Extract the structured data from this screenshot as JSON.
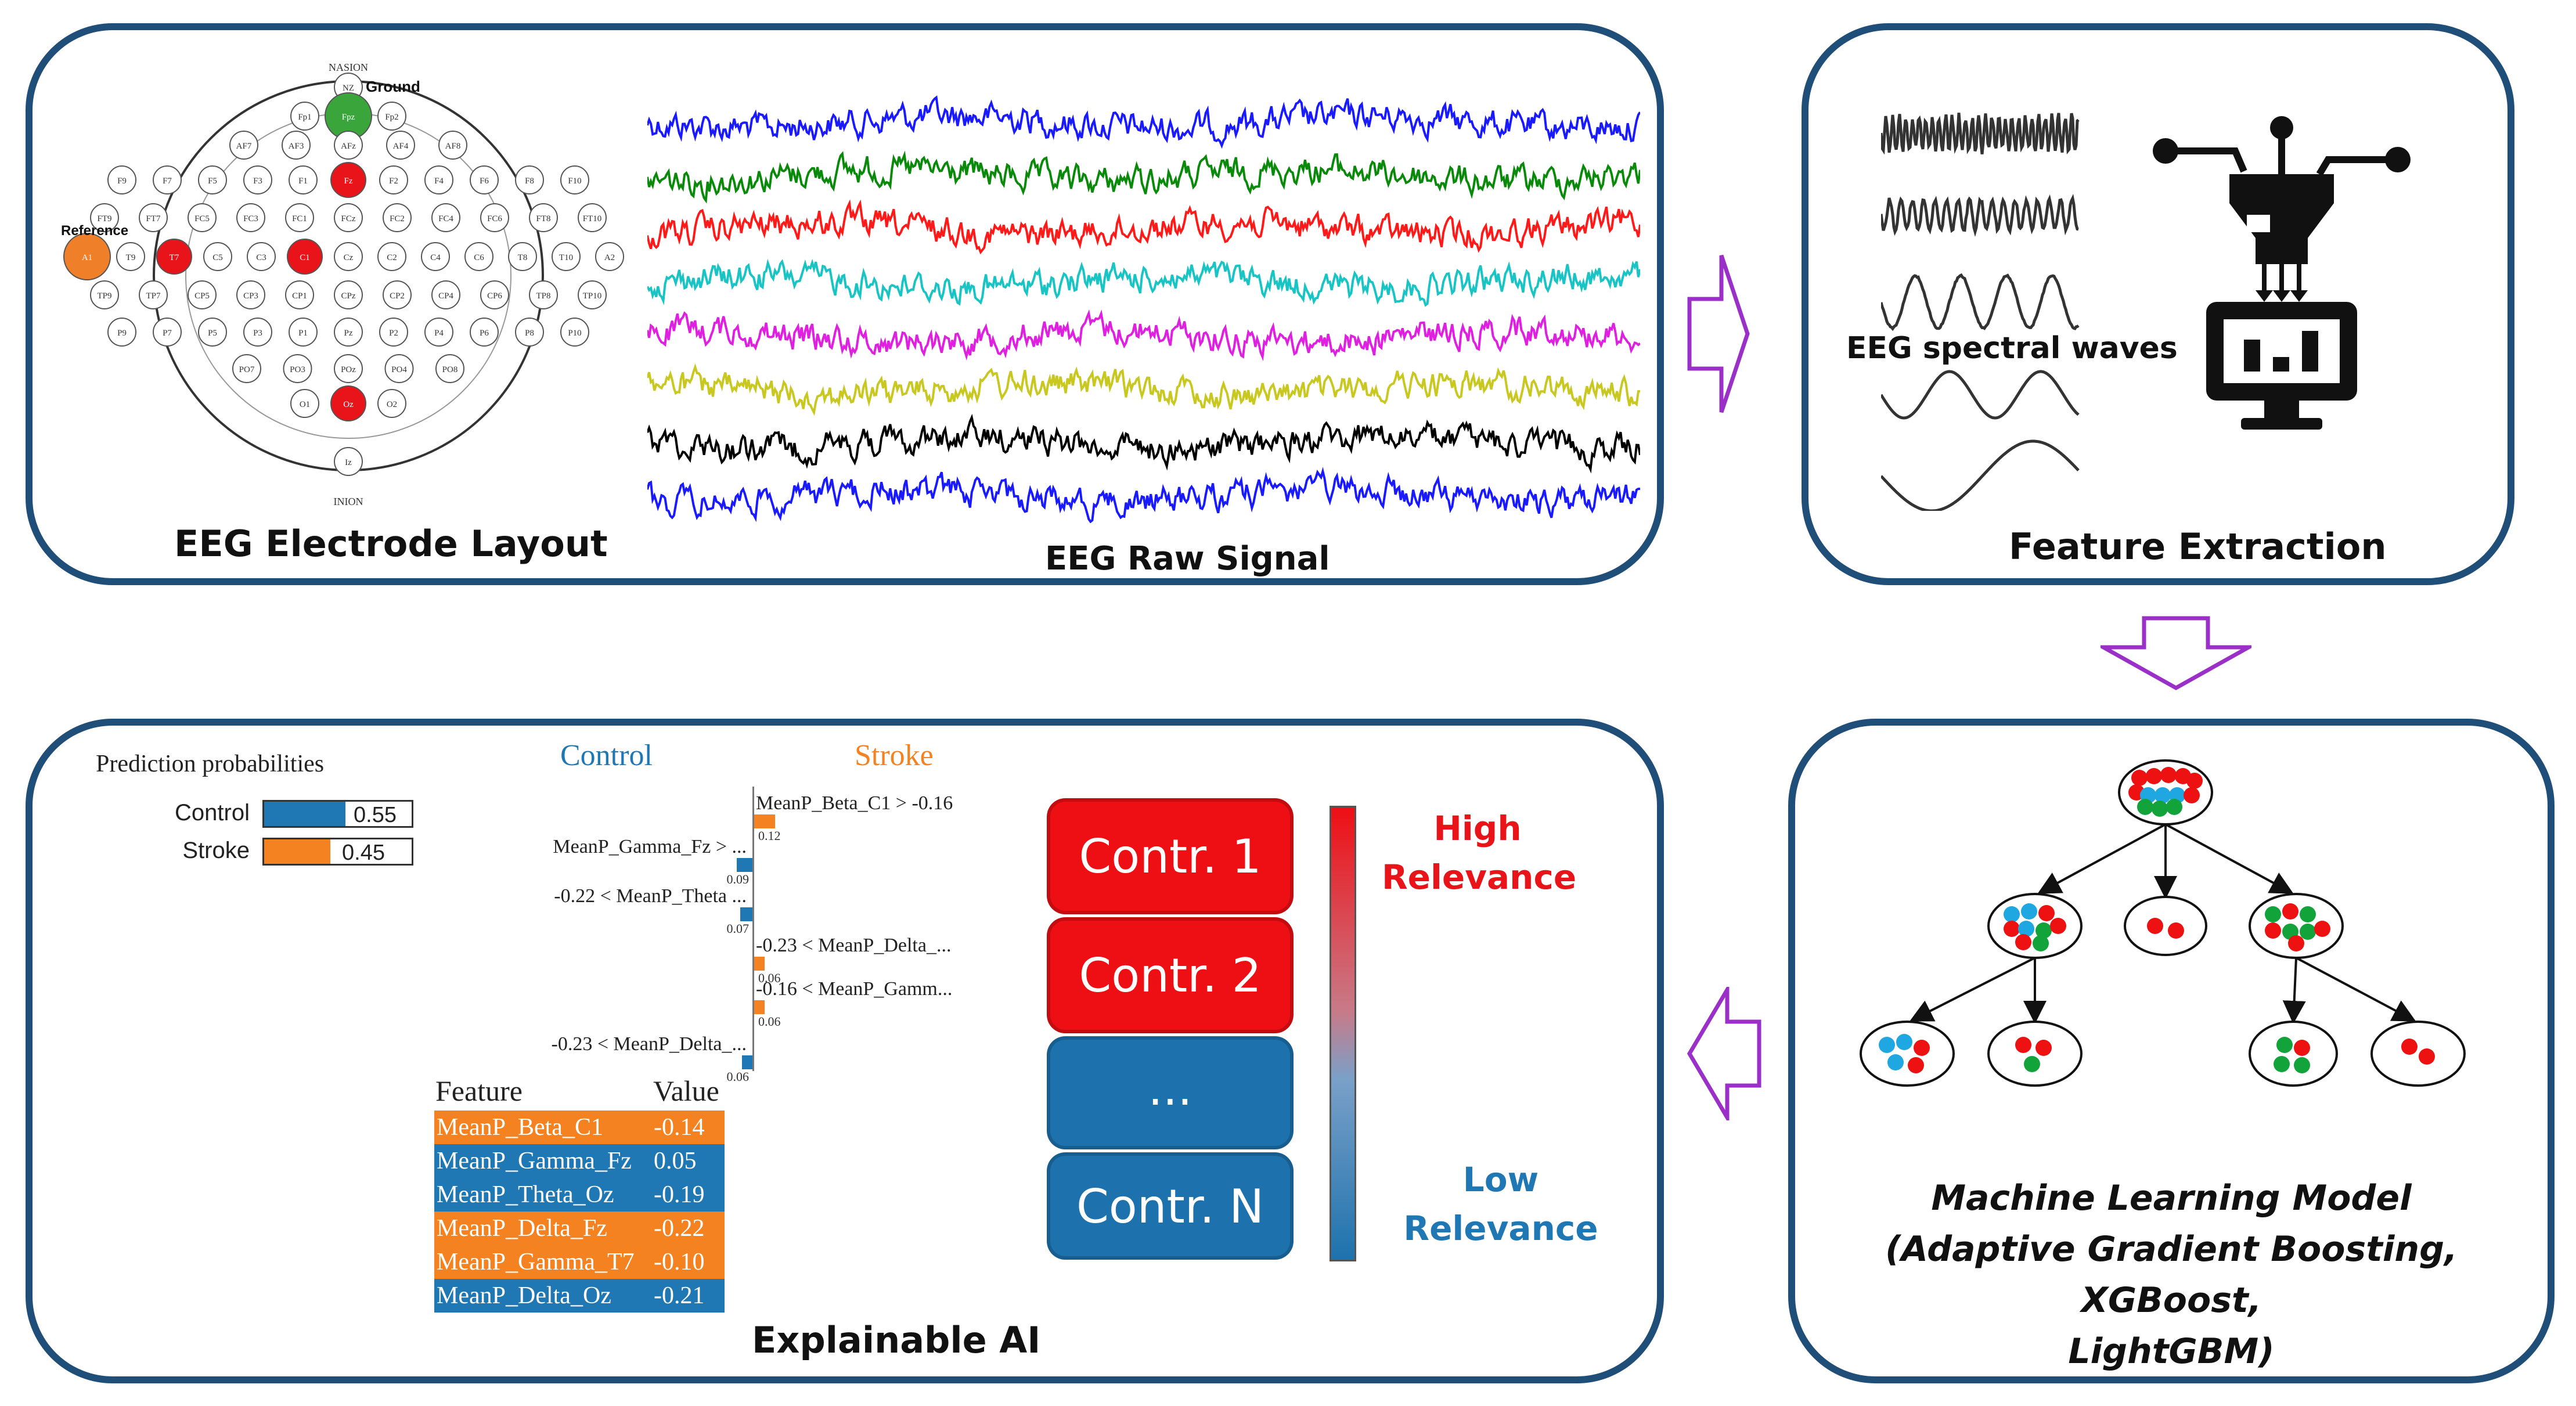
{
  "colors": {
    "panel_border": "#1f4e79",
    "arrow": "#9b30c8",
    "electrode_highlight": "#e8141a",
    "ground": "#3aa53a",
    "reference": "#f07f2a",
    "control": "#1f77b4",
    "stroke": "#f58220",
    "high_relevance": "#e8141a",
    "low_relevance": "#1f77b4"
  },
  "electrode_panel": {
    "caption": "EEG Electrode Layout",
    "nasion": "NASION",
    "inion": "INION",
    "ground_label": "Ground",
    "reference_label": "Reference",
    "electrodes": [
      "NZ",
      "Fp1",
      "Fpz",
      "Fp2",
      "AF7",
      "AF3",
      "AFz",
      "AF4",
      "AF8",
      "F9",
      "F7",
      "F5",
      "F3",
      "F1",
      "Fz",
      "F2",
      "F4",
      "F6",
      "F8",
      "F10",
      "FT9",
      "FT7",
      "FC5",
      "FC3",
      "FC1",
      "FCz",
      "FC2",
      "FC4",
      "FC6",
      "FT8",
      "FT10",
      "A1",
      "T9",
      "T7",
      "C5",
      "C3",
      "C1",
      "Cz",
      "C2",
      "C4",
      "C6",
      "T8",
      "T10",
      "A2",
      "TP9",
      "TP7",
      "CP5",
      "CP3",
      "CP1",
      "CPz",
      "CP2",
      "CP4",
      "CP6",
      "TP8",
      "TP10",
      "P9",
      "P7",
      "P5",
      "P3",
      "P1",
      "Pz",
      "P2",
      "P4",
      "P6",
      "P8",
      "P10",
      "PO7",
      "PO3",
      "POz",
      "PO4",
      "PO8",
      "O1",
      "Oz",
      "O2",
      "Iz"
    ]
  },
  "raw_signal": {
    "caption": "EEG Raw Signal",
    "channel_colors": [
      "#1a1aff",
      "#0a8a0a",
      "#ff1a1a",
      "#18c4c4",
      "#e020e0",
      "#c8c820",
      "#000000",
      "#1a1aff"
    ]
  },
  "feature_panel": {
    "caption": "Feature Extraction",
    "waves_label": "EEG spectral waves"
  },
  "ml_panel": {
    "caption_line1": "Machine Learning Model",
    "caption_line2": "(Adaptive Gradient Boosting, XGBoost,",
    "caption_line3": "LightGBM)"
  },
  "xai_panel": {
    "caption": "Explainable AI",
    "prediction_title": "Prediction probabilities",
    "probabilities": [
      {
        "label": "Control",
        "value": 0.55,
        "text": "0.55"
      },
      {
        "label": "Stroke",
        "value": 0.45,
        "text": "0.45"
      }
    ],
    "class_left": "Control",
    "class_right": "Stroke",
    "contributions": [
      {
        "side": "stroke",
        "label": "MeanP_Beta_C1 > -0.16",
        "value": 0.12,
        "text": "0.12"
      },
      {
        "side": "control",
        "label": "MeanP_Gamma_Fz > ...",
        "value": 0.09,
        "text": "0.09"
      },
      {
        "side": "control",
        "label": "-0.22 < MeanP_Theta ...",
        "value": 0.07,
        "text": "0.07"
      },
      {
        "side": "stroke",
        "label": "-0.23 < MeanP_Delta_...",
        "value": 0.06,
        "text": "0.06"
      },
      {
        "side": "stroke",
        "label": "-0.16 < MeanP_Gamm...",
        "value": 0.06,
        "text": "0.06"
      },
      {
        "side": "control",
        "label": "-0.23 < MeanP_Delta_...",
        "value": 0.06,
        "text": "0.06"
      }
    ],
    "table_header": {
      "feature": "Feature",
      "value": "Value"
    },
    "table_rows": [
      {
        "feature": "MeanP_Beta_C1",
        "value": "-0.14",
        "class": "stroke"
      },
      {
        "feature": "MeanP_Gamma_Fz",
        "value": "0.05",
        "class": "control"
      },
      {
        "feature": "MeanP_Theta_Oz",
        "value": "-0.19",
        "class": "control"
      },
      {
        "feature": "MeanP_Delta_Fz",
        "value": "-0.22",
        "class": "stroke"
      },
      {
        "feature": "MeanP_Gamma_T7",
        "value": "-0.10",
        "class": "stroke"
      },
      {
        "feature": "MeanP_Delta_Oz",
        "value": "-0.21",
        "class": "control"
      }
    ],
    "contrib_boxes": [
      "Contr. 1",
      "Contr. 2",
      "...",
      "Contr. N"
    ],
    "high_line1": "High",
    "high_line2": "Relevance",
    "low_line1": "Low",
    "low_line2": "Relevance"
  }
}
